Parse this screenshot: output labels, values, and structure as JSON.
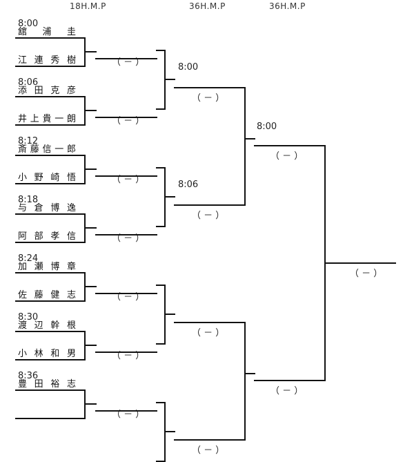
{
  "headers": [
    "18H.M.P",
    "36H.M.P",
    "36H.M.P"
  ],
  "score_placeholder": "（ － ）",
  "matches": [
    {
      "time": "8:00",
      "players": [
        "舘浦　圭",
        "江連秀樹"
      ]
    },
    {
      "time": "8:06",
      "players": [
        "添田克彦",
        "井上貴一朗"
      ]
    },
    {
      "time": "8:12",
      "players": [
        "斎藤信一郎",
        "小野崎　悟"
      ]
    },
    {
      "time": "8:18",
      "players": [
        "与倉博逸",
        "阿部孝信"
      ]
    },
    {
      "time": "8:24",
      "players": [
        "加瀬博章",
        "佐藤健志"
      ]
    },
    {
      "time": "8:30",
      "players": [
        "渡辺幹根",
        "小林和男"
      ]
    },
    {
      "time": "8:36",
      "players": [
        "豊田裕志",
        ""
      ]
    }
  ],
  "round2_times": [
    "8:00",
    "8:06"
  ],
  "round3_times": [
    "8:00"
  ]
}
